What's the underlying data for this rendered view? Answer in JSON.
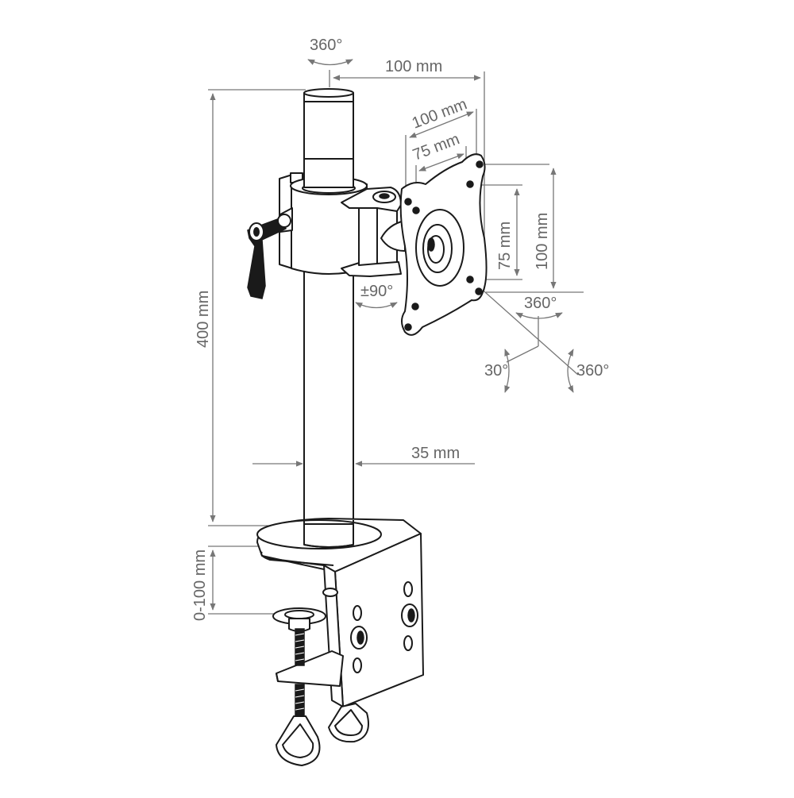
{
  "labels": {
    "pole_rotation": "360°",
    "arm_offset": "100 mm",
    "vesa_large_h": "100 mm",
    "vesa_small_h": "75 mm",
    "vesa_small_v": "75 mm",
    "vesa_large_v": "100 mm",
    "pole_height": "400 mm",
    "tilt_head_swivel": "±90°",
    "plate_rotation": "360°",
    "tilt": "30°",
    "swivel": "360°",
    "pole_diameter": "35 mm",
    "clamp_range": "0-100 mm"
  }
}
